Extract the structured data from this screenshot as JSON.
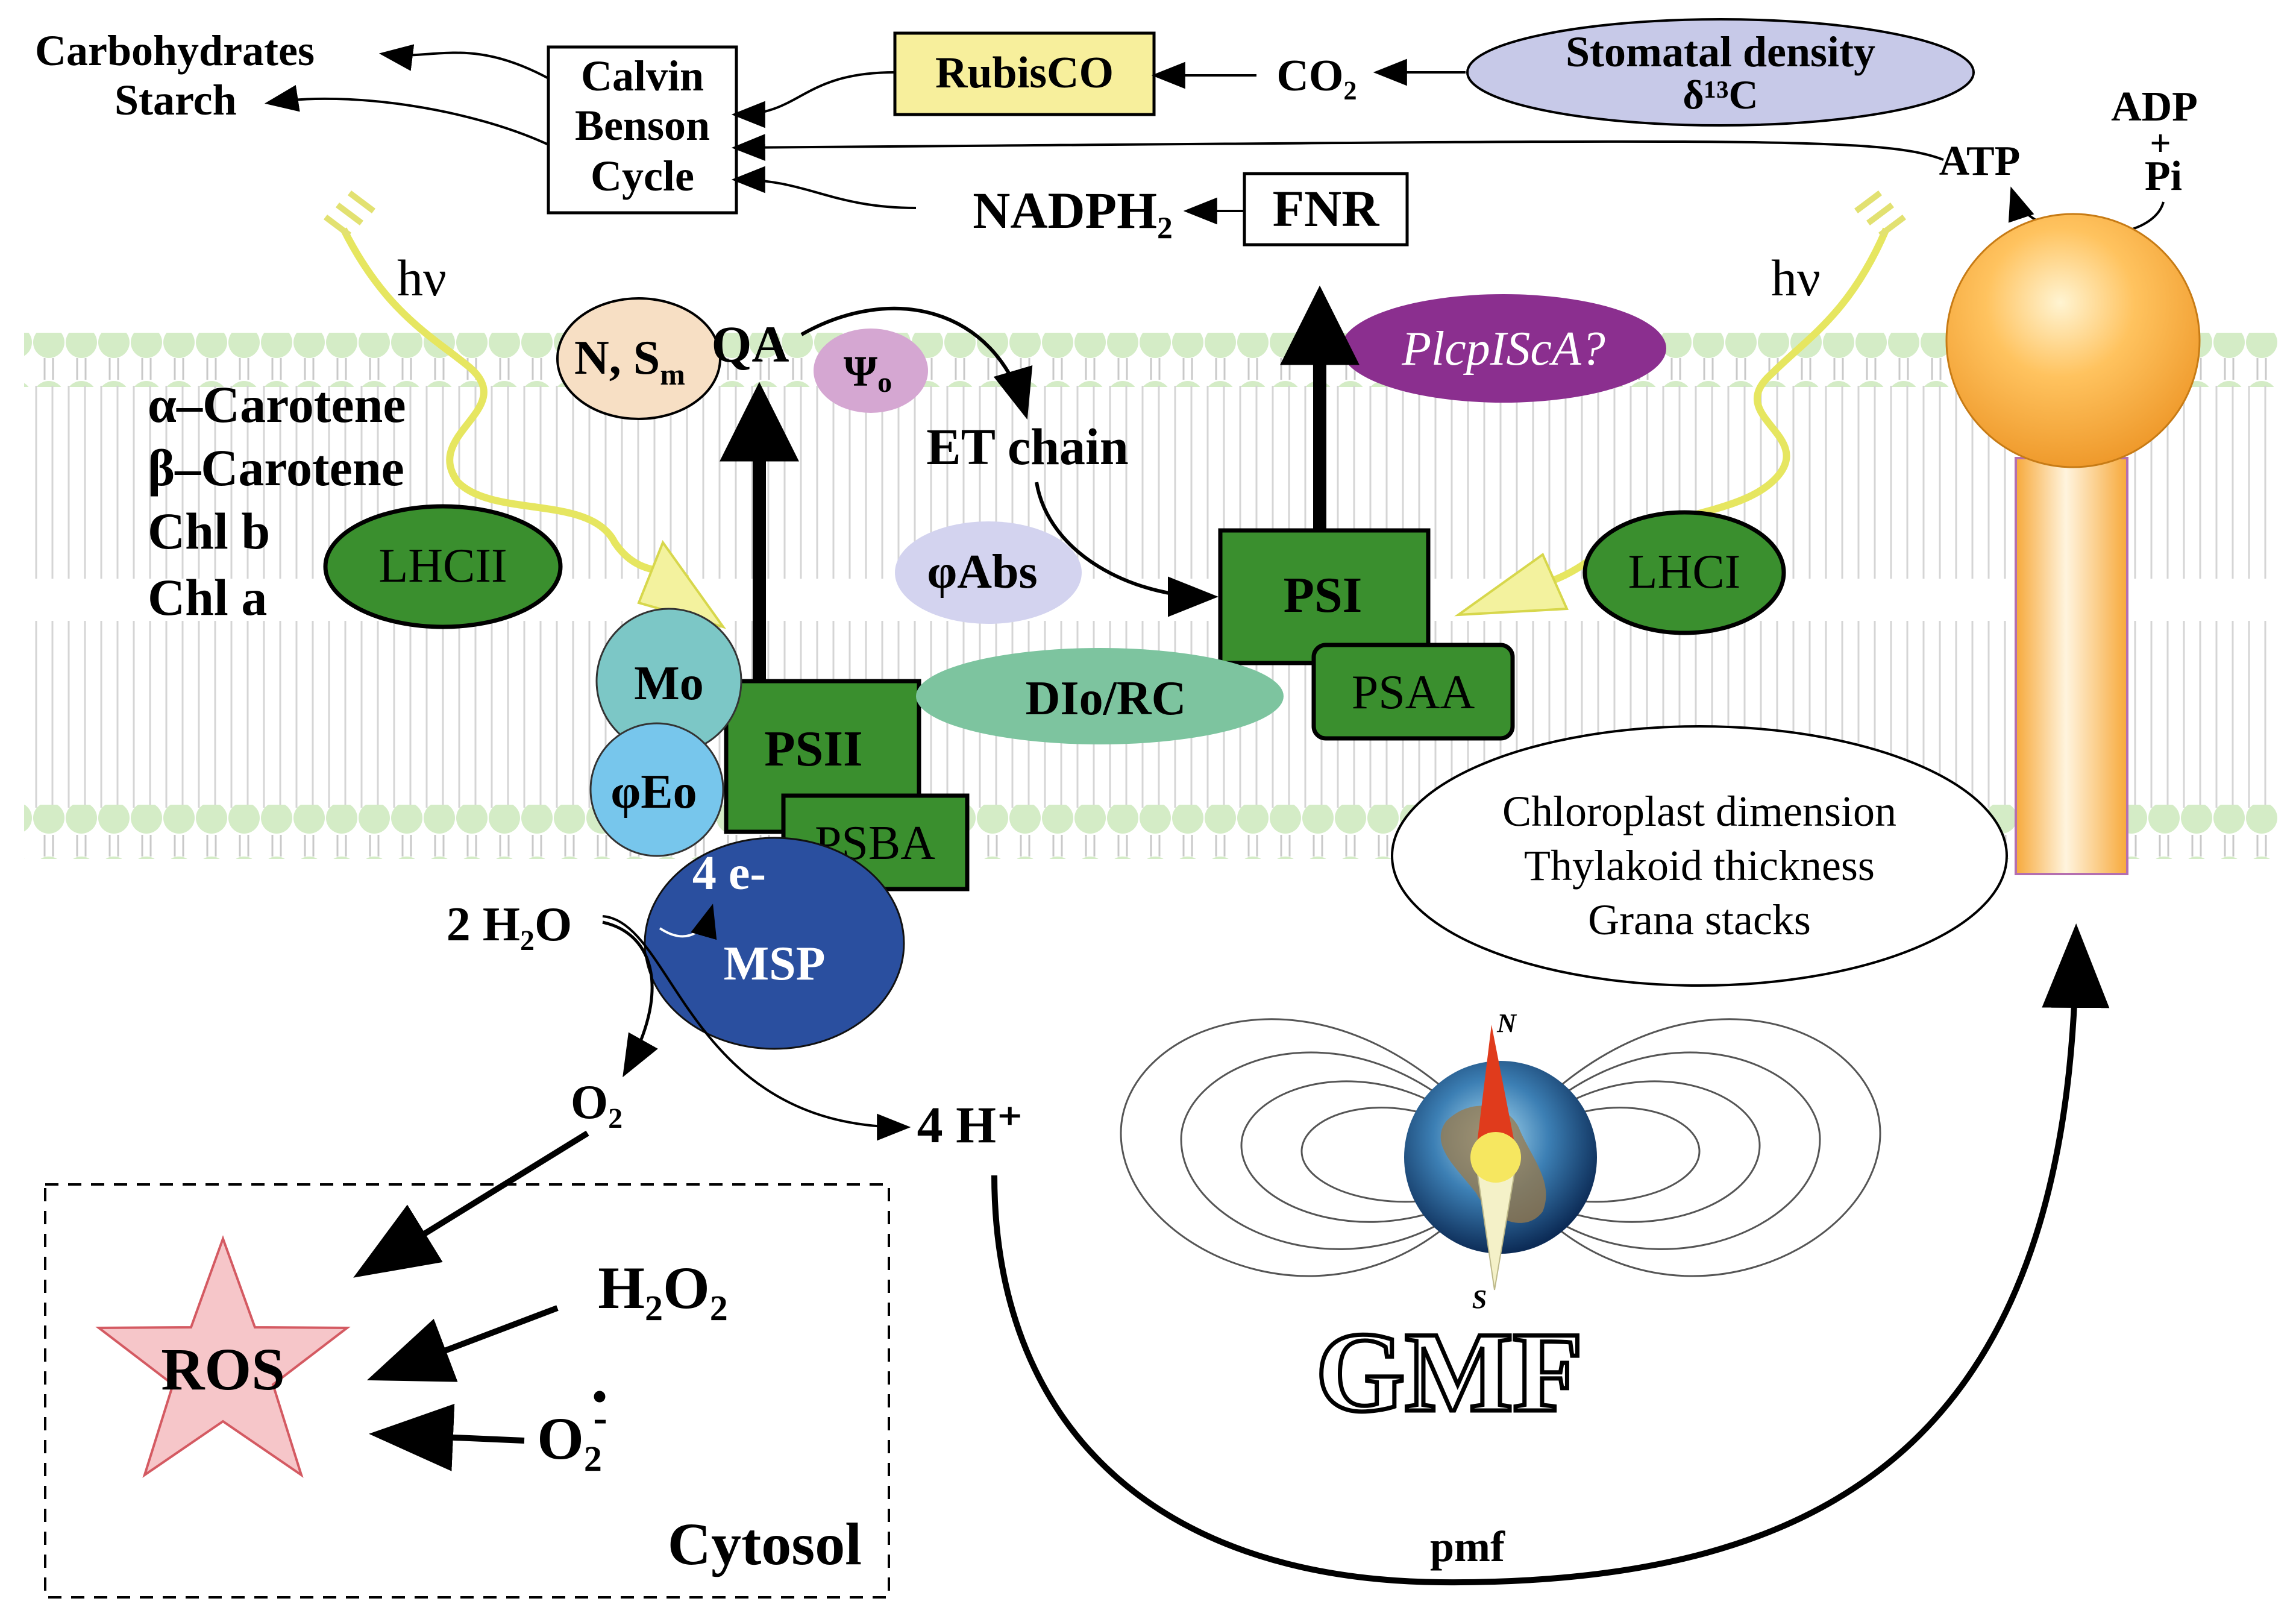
{
  "products": {
    "carbohydrates": "Carbohydrates",
    "starch": "Starch"
  },
  "calvin": [
    "Calvin",
    "Benson",
    "Cycle"
  ],
  "rubisco": "RubisCO",
  "co2": "CO₂",
  "stomata": {
    "line1": "Stomatal density",
    "line2": "δ¹³C"
  },
  "atp": {
    "adp": "ADP",
    "plus": "+",
    "pi": "Pi",
    "atp": "ATP"
  },
  "nadph": "NADPH₂",
  "fnr": "FNR",
  "hv": "hν",
  "pigments": [
    "α–Carotene",
    "β–Carotene",
    "Chl b",
    "Chl a"
  ],
  "lhcii": "LHCII",
  "lhci": "LHCI",
  "n_sm": {
    "n": "N, S",
    "sub": "m"
  },
  "qa": "QA",
  "psi0": {
    "main": "Ψ",
    "sub": "o"
  },
  "et_chain": "ET chain",
  "phiabs": "φAbs",
  "plcp": "PlcpIScA?",
  "psi": "PSI",
  "psaa": "PSAA",
  "psii": "PSII",
  "psba": "PSBA",
  "m0": "Mo",
  "phie0": "φEo",
  "di0rc": "DIo/RC",
  "msp": {
    "e": "4 e-",
    "label": "MSP"
  },
  "water": "2 H₂O",
  "o2": "O₂",
  "protons": "4 H⁺",
  "chloroplast": [
    "Chloroplast dimension",
    "Thylakoid thickness",
    "Grana stacks"
  ],
  "compass": {
    "n": "N",
    "s": "S"
  },
  "gmf": "GMF",
  "pmf": "pmf",
  "ros": "ROS",
  "h2o2": "H₂O₂",
  "superoxide": "O₂",
  "superoxide_dot": "•",
  "superoxide_charge": "-",
  "cytosol": "Cytosol",
  "colors": {
    "green_dark": "#3a8f2e",
    "lipid": "#d8eecb",
    "purple": "#8b2f8f",
    "blue_dark": "#2a4f9f",
    "teal": "#7cc7c6",
    "light_blue": "#77c6ec",
    "rubisco_yellow": "#f7ef9c",
    "stomata_lavender": "#c7c9e8",
    "ros_pink": "#f6c6c9"
  }
}
